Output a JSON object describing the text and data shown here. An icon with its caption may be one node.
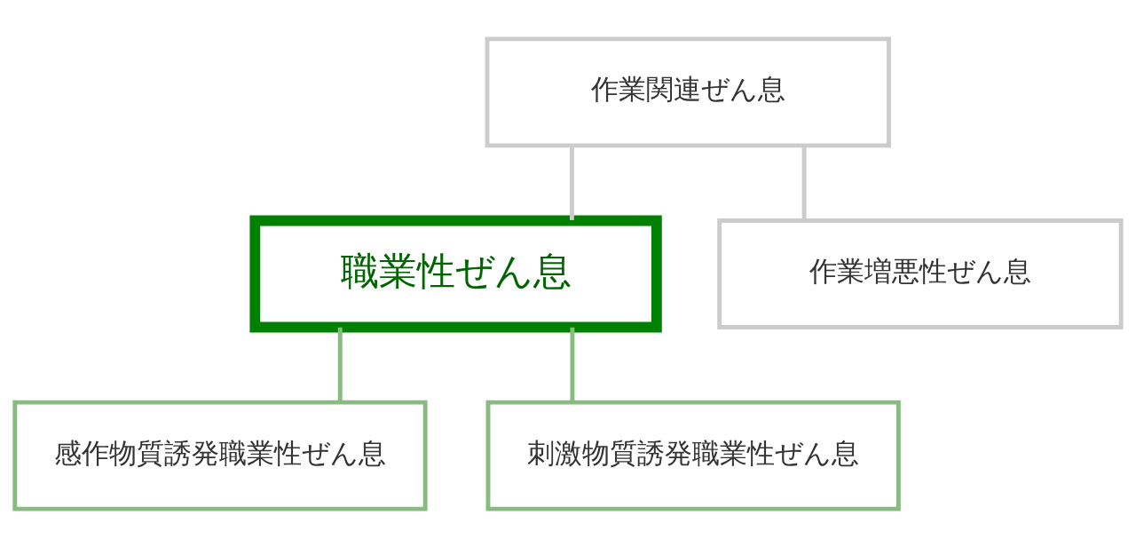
{
  "diagram": {
    "nodes": [
      {
        "text": [
          "作業関連ぜん息"
        ]
      },
      {
        "text": [
          "職業性ぜん息"
        ]
      },
      {
        "text": [
          "作業増悪性ぜん息"
        ]
      },
      {
        "text": [
          "感作物質誘発職業性ぜん息"
        ]
      },
      {
        "text": [
          "刺激物質誘発職業性ぜん息"
        ]
      }
    ],
    "edges": [
      {
        "from": 0,
        "to": 1,
        "arrow": "none",
        "color": "#cccccc"
      },
      {
        "from": 0,
        "to": 2,
        "arrow": "none",
        "color": "#cccccc"
      },
      {
        "from": 1,
        "to": 3,
        "arrow": "none",
        "color": "#88bb80"
      },
      {
        "from": 1,
        "to": 4,
        "arrow": "none",
        "color": "#88bb80"
      }
    ]
  }
}
